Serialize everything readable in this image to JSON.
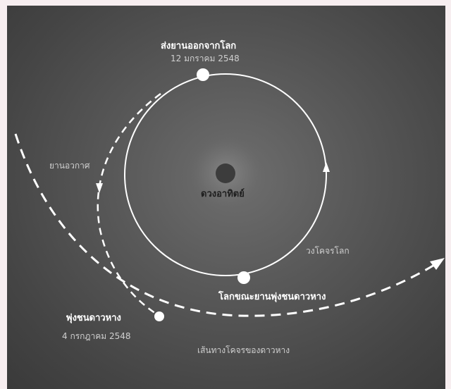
{
  "labels": {
    "launch_title": "ส่งยานออกจากโลก",
    "launch_date": "12 มกราคม 2548",
    "sun": "ดวงอาทิตย์",
    "spacecraft": "ยานอวกาศ",
    "earth_orbit": "วงโคจรโลก",
    "earth_at_impact": "โลกขณะยานพุ่งชนดาวหาง",
    "impact_title": "พุ่งชนดาวหาง",
    "impact_date": "4 กรกฎาคม 2548",
    "comet_orbit": "เส้นทางโคจรของดาวหาง"
  },
  "colors": {
    "background": "#4a4a4a",
    "lines": "#ffffff",
    "text_light": "#cfcfcf"
  }
}
